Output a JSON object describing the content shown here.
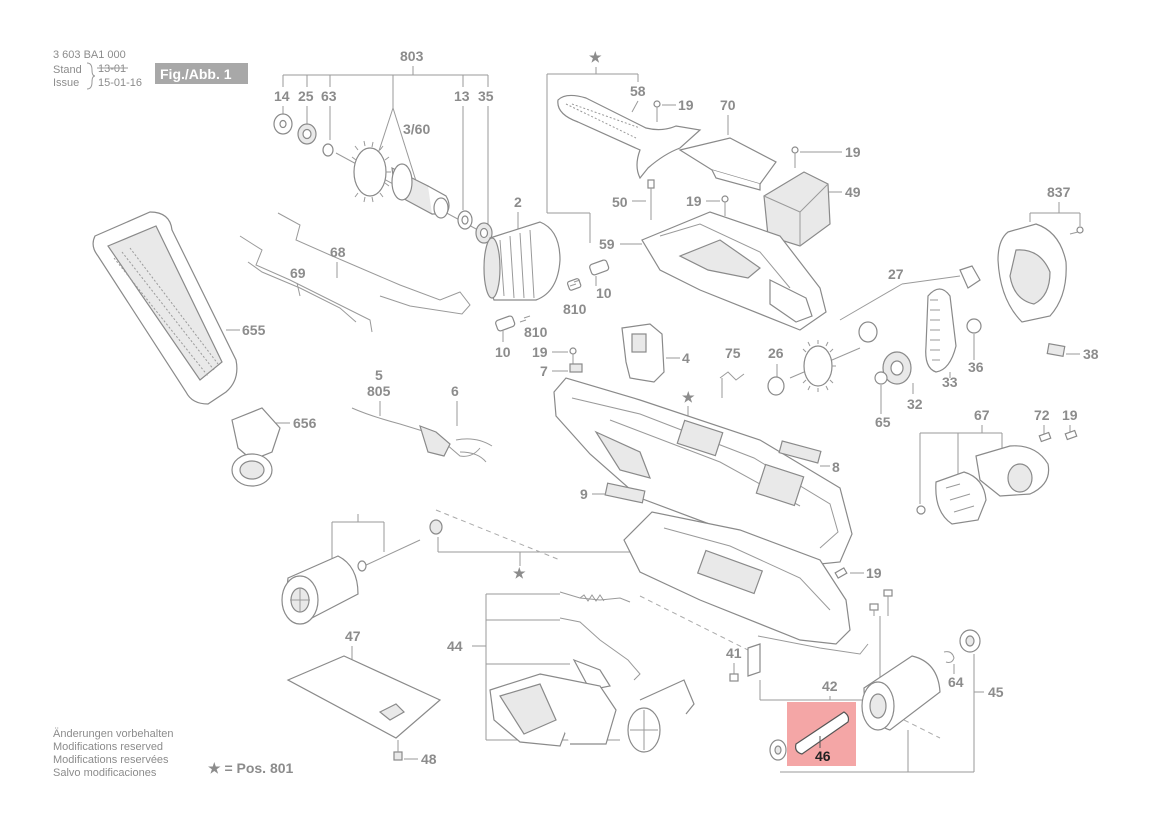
{
  "header": {
    "part_number": "3 603 BA1 000",
    "stand_label": "Stand",
    "issue_label": "Issue",
    "old_date": "13-01",
    "date": "15-01-16",
    "fig_label": "Fig./Abb. 1"
  },
  "footer": {
    "notes": [
      "Änderungen vorbehalten",
      "Modifications reserved",
      "Modifications reservées",
      "Salvo modificaciones"
    ],
    "star_legend": "★ = Pos. 801"
  },
  "group_labels": {
    "g803": "803",
    "g58_star": "★",
    "g43_star": "★",
    "g4_star": "★",
    "g837": "837",
    "g67": "67",
    "g44": "44",
    "g42": "42",
    "g45": "45"
  },
  "callouts": {
    "c14": "14",
    "c25": "25",
    "c63": "63",
    "c13": "13",
    "c35": "35",
    "c3_60": "3/60",
    "c2": "2",
    "c68": "68",
    "c69": "69",
    "c655": "655",
    "c656": "656",
    "c58": "58",
    "c19a": "19",
    "c70": "70",
    "c19b": "19",
    "c49": "49",
    "c50": "50",
    "c19c": "19",
    "c59": "59",
    "c10a": "10",
    "c810": "810",
    "c10b": "10",
    "c19d": "19",
    "c4": "4",
    "c7": "7",
    "c75": "75",
    "c5": "5",
    "c805": "805",
    "c6": "6",
    "c27": "27",
    "c26": "26",
    "c36": "36",
    "c33": "33",
    "c32": "32",
    "c65": "65",
    "c38": "38",
    "c72": "72",
    "c19e": "19",
    "c8": "8",
    "c9": "9",
    "c47": "47",
    "c48": "48",
    "c19f": "19",
    "c41": "41",
    "c64": "64",
    "c46": "46"
  },
  "highlight": {
    "label": "46",
    "color": "#f4a6a6"
  },
  "colors": {
    "ink": "#8c8c8c",
    "highlight_fill": "#f4a6a6",
    "highlight_text": "#222222"
  }
}
